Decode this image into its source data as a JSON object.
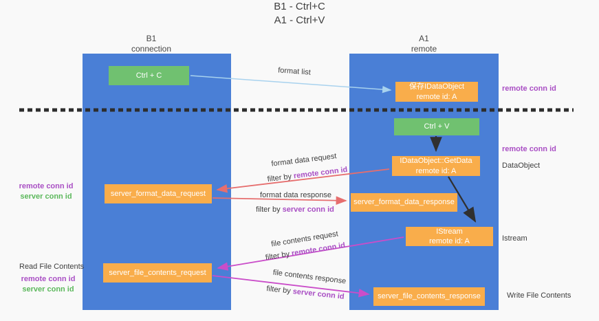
{
  "title": {
    "line1": "B1 - Ctrl+C",
    "line2": "A1 - Ctrl+V"
  },
  "lanes": {
    "left": {
      "name": "B1",
      "role": "connection"
    },
    "right": {
      "name": "A1",
      "role": "remote"
    }
  },
  "nodes": {
    "ctrl_c": "Ctrl + C",
    "save_dataobject_line1": "保存IDataObject",
    "save_dataobject_line2": "remote id: A",
    "ctrl_v": "Ctrl + V",
    "getdata_line1": "IDataObject::GetData",
    "getdata_line2": "remote id: A",
    "server_format_data_request": "server_format_data_request",
    "server_format_data_response": "server_format_data_response",
    "istream_line1": "IStream",
    "istream_line2": "remote id: A",
    "server_file_contents_request": "server_file_contents_request",
    "server_file_contents_response": "server_file_contents_response"
  },
  "flow_labels": {
    "format_list": "format list",
    "format_data_request": "format data request",
    "format_data_response": "format data response",
    "file_contents_request": "file contents request",
    "file_contents_response": "file contents response",
    "filter_by": "filter by "
  },
  "terms": {
    "remote_conn_id": "remote conn id",
    "server_conn_id": "server conn id"
  },
  "side_labels": {
    "dataobject": "DataObject",
    "istream": "Istream",
    "read_file_contents": "Read File Contents",
    "write_file_contents": "Write File Contents"
  },
  "colors": {
    "lane_blue": "#4a7fd6",
    "node_green": "#70c170",
    "node_orange": "#f9ad4b",
    "arrow_light_blue": "#a8d2ee",
    "arrow_red": "#e66e6e",
    "arrow_magenta": "#ca4dc9",
    "arrow_black": "#303030",
    "text_purple": "#a94fc4",
    "text_green": "#5cb85c",
    "dashed_line": "#2d2d2d",
    "background": "#f9f9f9"
  }
}
